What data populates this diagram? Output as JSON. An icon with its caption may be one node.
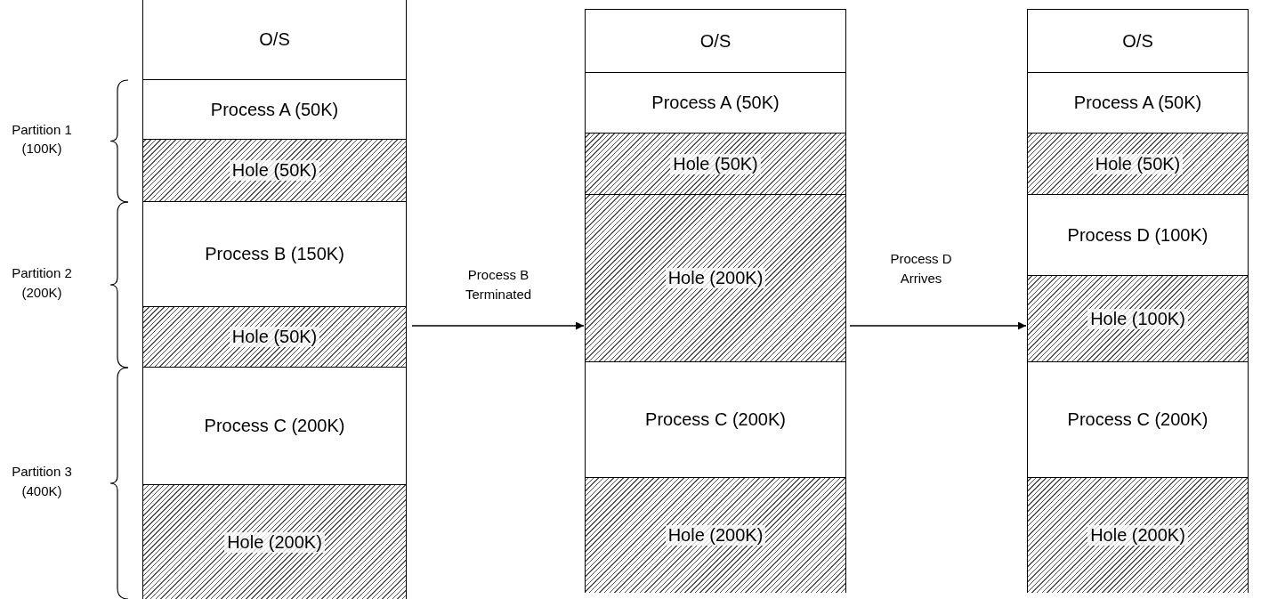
{
  "diagram": {
    "nodes": [
      {
        "text": [],
        "shape": "box"
      },
      {
        "text": [
          "O/S"
        ],
        "in": 0
      },
      {
        "text": [
          "Process A (50K)"
        ],
        "in": 0
      },
      {
        "text": [
          "Hole (50K)"
        ],
        "in": 0
      },
      {
        "text": [
          "Process B (150K)"
        ],
        "in": 0
      },
      {
        "text": [
          "Hole (50K)"
        ],
        "in": 0
      },
      {
        "text": [
          "Process C (200K)"
        ],
        "in": 0
      },
      {
        "text": [
          "Hole (200K)"
        ],
        "in": 0
      },
      {
        "text": [],
        "shape": "box"
      },
      {
        "text": [
          "O/S"
        ],
        "in": 8
      },
      {
        "text": [
          "Process A (50K)"
        ],
        "in": 8
      },
      {
        "text": [
          "Hole (50K)"
        ],
        "in": 8
      },
      {
        "text": [
          "Hole (200K)"
        ],
        "in": 8
      },
      {
        "text": [
          "Process C (200K)"
        ],
        "in": 8
      },
      {
        "text": [
          "Hole (200K)"
        ],
        "in": 8
      },
      {
        "text": [],
        "shape": "box"
      },
      {
        "text": [
          "O/S"
        ],
        "in": 15
      },
      {
        "text": [
          "Process A (50K)"
        ],
        "in": 15
      },
      {
        "text": [
          "Hole (50K)"
        ],
        "in": 15
      },
      {
        "text": [
          "Process D (100K)"
        ],
        "in": 15
      },
      {
        "text": [
          "Hole (100K)"
        ],
        "in": 15
      },
      {
        "text": [
          "Process C (200K)"
        ],
        "in": 15
      },
      {
        "text": [
          "Hole (200K)"
        ],
        "in": 15
      }
    ],
    "edges": [
      {
        "from": 0,
        "to": 8,
        "arrow": "to",
        "label": "Process B Terminated"
      },
      {
        "from": 8,
        "to": 15,
        "arrow": "to",
        "label": "Process D Arrives"
      }
    ],
    "labels": [
      "Partition 1 (100K)",
      "Partition 2 (200K)",
      "Partition 3 (400K)"
    ]
  }
}
